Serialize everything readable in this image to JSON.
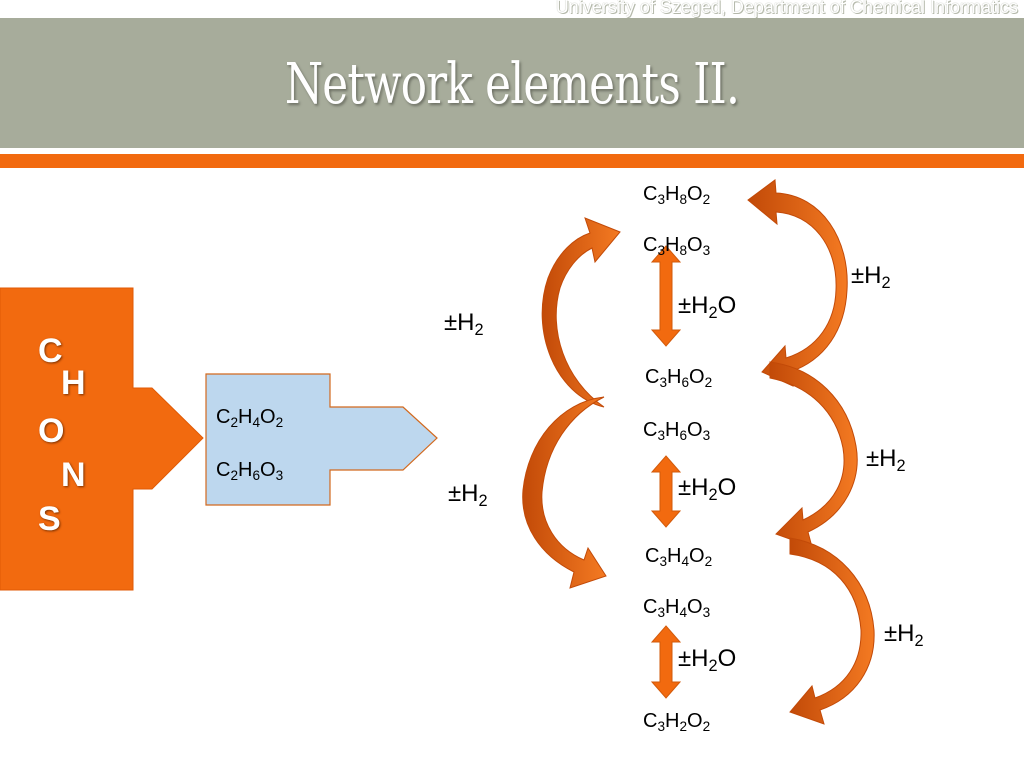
{
  "header": {
    "institution": "University of Szeged, Department of Chemical Informatics",
    "title": "Network elements II."
  },
  "elements": [
    "C",
    "H",
    "O",
    "N",
    "S"
  ],
  "inputs": [
    [
      "C",
      "2",
      "H",
      "4",
      "O",
      "2"
    ],
    [
      "C",
      "2",
      "H",
      "6",
      "O",
      "3"
    ]
  ],
  "nodes": [
    [
      "C",
      "3",
      "H",
      "8",
      "O",
      "2"
    ],
    [
      "C",
      "3",
      "H",
      "8",
      "O",
      "3"
    ],
    [
      "C",
      "3",
      "H",
      "6",
      "O",
      "2"
    ],
    [
      "C",
      "3",
      "H",
      "6",
      "O",
      "3"
    ],
    [
      "C",
      "3",
      "H",
      "4",
      "O",
      "2"
    ],
    [
      "C",
      "3",
      "H",
      "4",
      "O",
      "3"
    ],
    [
      "C",
      "3",
      "H",
      "2",
      "O",
      "2"
    ]
  ],
  "h2_label": [
    "±H",
    "2"
  ],
  "h2o_label": [
    "±H",
    "2",
    "O"
  ],
  "colors": {
    "orange": "#f26a0f",
    "dark_orange": "#c94e0a",
    "header": "#a7ac9b",
    "blue_box": "#bdd7ee"
  }
}
